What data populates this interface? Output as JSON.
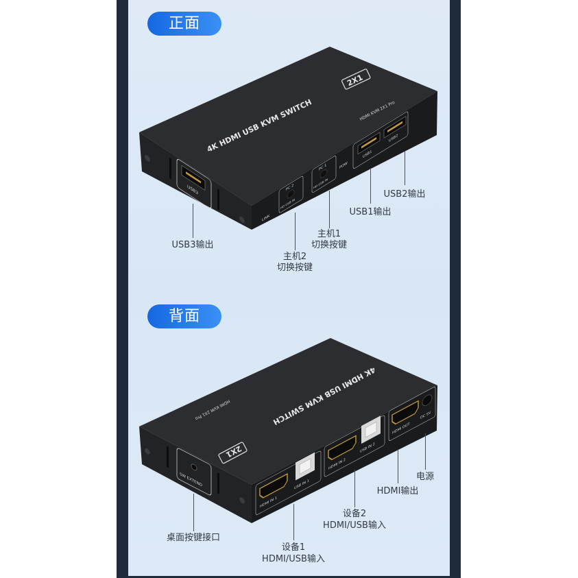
{
  "front": {
    "title": "正面",
    "device": {
      "top_label": "4K HDMI USB KVM SWITCH",
      "badge": "2X1",
      "model": "HDMI KVM 2X1 Pro",
      "ports": {
        "usb3": "USB3",
        "link": "LINK",
        "pc2": "PC 2",
        "pc2_leds": "HD USB IN",
        "pc1": "PC 1",
        "pc1_leds": "HD USB IN",
        "pow": "POW",
        "usb1": "USB1",
        "usb2": "USB2"
      }
    },
    "callouts": {
      "usb3": "USB3输出",
      "host2_line1": "主机2",
      "host2_line2": "切换按键",
      "host1_line1": "主机1",
      "host1_line2": "切换按键",
      "usb1": "USB1输出",
      "usb2": "USB2输出"
    }
  },
  "back": {
    "title": "背面",
    "device": {
      "top_label": "4K HDMI USB KVM SWITCH",
      "badge": "2X1",
      "model": "HDMI KVM 2X1 Pro",
      "ports": {
        "sw_extend": "SW EXTEND",
        "hdmi_in1": "HDMI IN 1",
        "usb_in1": "USB IN 1",
        "hdmi_in2": "HDMI IN 2",
        "usb_in2": "USB IN 2",
        "hdmi_out": "HDMI OUT",
        "dc": "DC 5V"
      }
    },
    "callouts": {
      "desk_button": "桌面按键接口",
      "dev1_line1": "设备1",
      "dev1_line2": "HDMI/USB输入",
      "dev2_line1": "设备2",
      "dev2_line2": "HDMI/USB输入",
      "hdmi_out": "HDMI输出",
      "power": "电源"
    }
  },
  "colors": {
    "frame": "#1f2b3a",
    "panel": "#dde9f6",
    "pill": "#1f78ea",
    "device_top": "#2b2d30",
    "device_side": "#1c1d1f"
  }
}
